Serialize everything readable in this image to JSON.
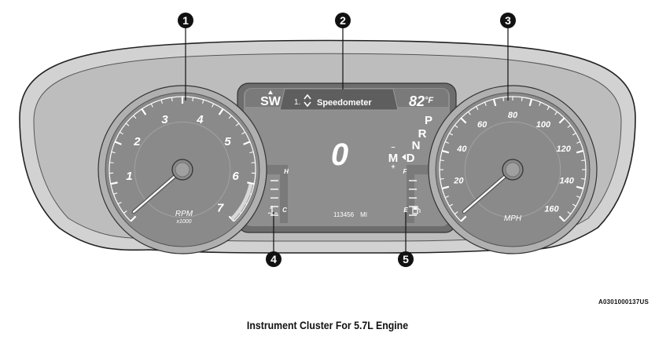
{
  "callouts": [
    "1",
    "2",
    "3",
    "4",
    "5"
  ],
  "tachometer": {
    "numbers": [
      "1",
      "2",
      "3",
      "4",
      "5",
      "6",
      "7"
    ],
    "unit": "RPM",
    "multiplier": "x1000",
    "value": 0
  },
  "speedometer": {
    "numbers": [
      "20",
      "40",
      "60",
      "80",
      "100",
      "120",
      "140",
      "160"
    ],
    "unit": "MPH",
    "value": 0
  },
  "display": {
    "left_label": "SW",
    "menu_index": "1.",
    "menu_title": "Speedometer",
    "temperature": "82",
    "temperature_unit": "°F",
    "speed_value": "0",
    "odometer": "113456",
    "odometer_unit": "MI",
    "gear_letters": [
      "P",
      "R",
      "N",
      "D"
    ],
    "manual_letter": "M",
    "manual_plus": "+",
    "manual_minus": "–"
  },
  "coolant_gauge": {
    "top_label": "H",
    "bottom_label": "C",
    "icon": "coolant-temp-icon"
  },
  "fuel_gauge": {
    "top_label": "F",
    "bottom_label": "E",
    "icon": "fuel-pump-icon"
  },
  "figure_id": "A0301000137US",
  "caption": "Instrument Cluster For 5.7L Engine",
  "colors": {
    "housing": "#cfcfcf",
    "bezel": "#a9a9a9",
    "dial_face": "#8c8c8c",
    "display": "#909090",
    "marking": "#ffffff",
    "callout": "#111111"
  }
}
